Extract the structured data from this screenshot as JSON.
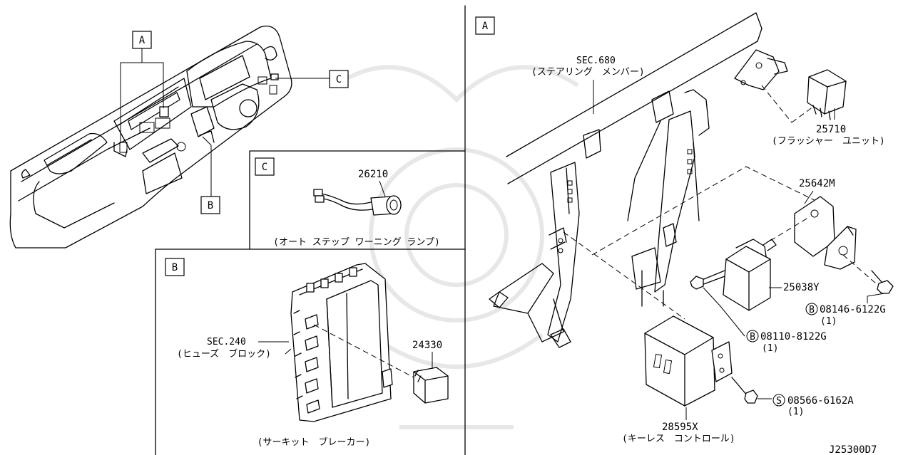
{
  "diagram": {
    "letters": {
      "a": "A",
      "b": "B",
      "c": "C"
    },
    "parts": {
      "p26210": "26210",
      "p24330": "24330",
      "p25710": "25710",
      "p25642m": "25642M",
      "p25038y": "25038Y",
      "p28595x": "28595X"
    },
    "captions": {
      "auto_step": "(オート ステップ ワーニング ランプ)",
      "circuit_breaker": "(サーキット　ブレーカー)",
      "flasher": "(フラッシャー　ユニット)",
      "keyless": "(キーレス　コントロール)",
      "steering_member": "(ステアリング　メンバー)",
      "fuse_block": "(ヒューズ　ブロック)"
    },
    "sections": {
      "sec680": "SEC.680",
      "sec240": "SEC.240"
    },
    "bolts": {
      "b1_mark": "B",
      "b1_code": "08146-6122G",
      "b1_qty": "(1)",
      "b2_mark": "B",
      "b2_code": "08110-8122G",
      "b2_qty": "(1)",
      "s_mark": "S",
      "s_code": "08566-6162A",
      "s_qty": "(1)"
    },
    "drawing_code": "J25300D7"
  }
}
